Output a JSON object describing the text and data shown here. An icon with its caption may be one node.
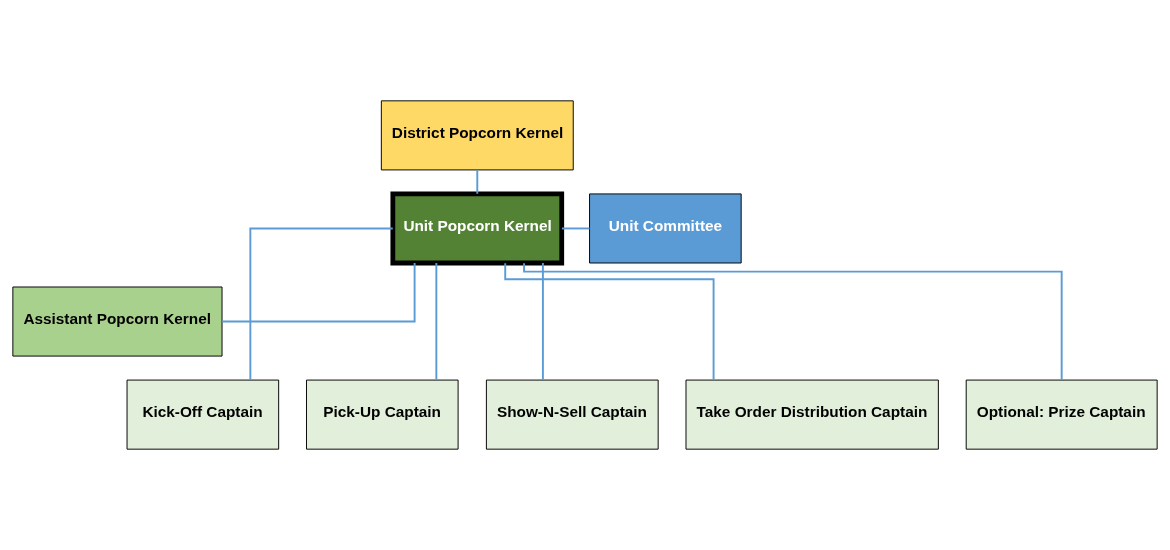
{
  "diagram": {
    "nodes": [
      {
        "text": [
          "District Popcorn Kernel"
        ]
      },
      {
        "text": [
          "Unit Popcorn Kernel"
        ]
      },
      {
        "text": [
          "Unit Committee"
        ]
      },
      {
        "text": [
          "Assistant Popcorn Kernel"
        ]
      },
      {
        "text": [
          "Kick-Off Captain"
        ]
      },
      {
        "text": [
          "Pick-Up Captain"
        ]
      },
      {
        "text": [
          "Show-N-Sell Captain"
        ]
      },
      {
        "text": [
          "Take Order Distribution Captain"
        ]
      },
      {
        "text": [
          "Optional: Prize Captain"
        ]
      }
    ],
    "edges": [
      {
        "from": 0,
        "to": 1,
        "arrow": "none"
      },
      {
        "from": 1,
        "to": 2,
        "arrow": "none"
      },
      {
        "from": 1,
        "to": 3,
        "arrow": "none"
      },
      {
        "from": 1,
        "to": 4,
        "arrow": "none"
      },
      {
        "from": 1,
        "to": 5,
        "arrow": "none"
      },
      {
        "from": 1,
        "to": 6,
        "arrow": "none"
      },
      {
        "from": 1,
        "to": 7,
        "arrow": "none"
      },
      {
        "from": 1,
        "to": 8,
        "arrow": "none"
      }
    ]
  }
}
